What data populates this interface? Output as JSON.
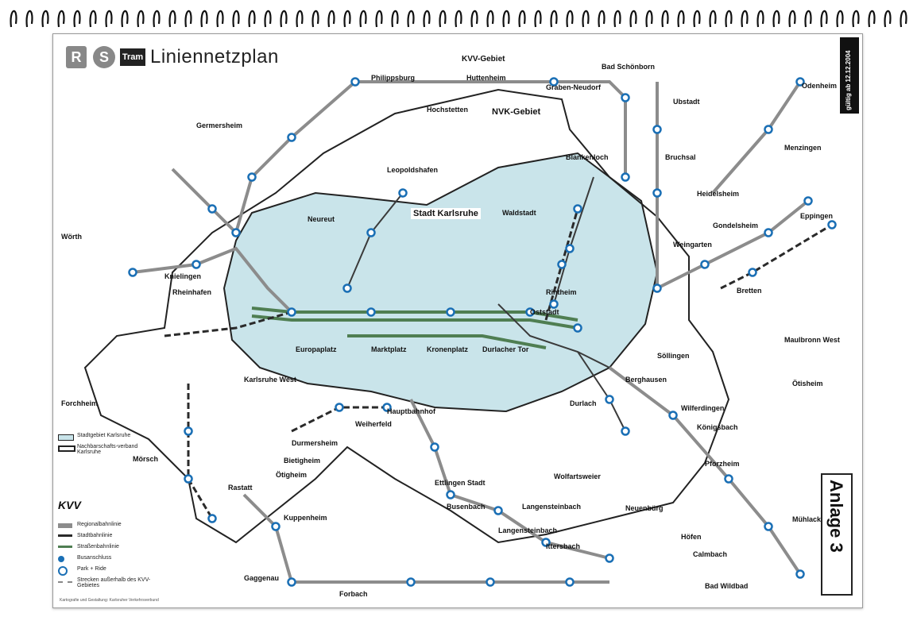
{
  "header": {
    "logo_r": "R",
    "logo_s": "S",
    "logo_tram": "Tram",
    "title": "Liniennetzplan"
  },
  "badges": {
    "valid": "gültig ab 12.12.2004",
    "anlage": "Anlage 3"
  },
  "areas": {
    "kvv": "KVV-Gebiet",
    "nvk": "NVK-Gebiet",
    "stadt": "Stadt Karlsruhe"
  },
  "stations": {
    "philippsburg": "Philippsburg",
    "huttenheim": "Huttenheim",
    "graben_neudorf": "Graben-Neudorf",
    "bruchsal": "Bruchsal",
    "durlach": "Durlach",
    "ettlingen": "Ettlingen Stadt",
    "woerth": "Wörth",
    "rastatt": "Rastatt",
    "pforzheim": "Pforzheim",
    "bad_wildbad": "Bad Wildbad",
    "gaggenau": "Gaggenau",
    "bretten": "Bretten",
    "eppingen": "Eppingen",
    "menzingen": "Menzingen",
    "odenheim": "Odenheim",
    "germersheim": "Germersheim",
    "rheinstetten": "Forchheim",
    "hochstetten": "Hochstetten",
    "leopoldshafen": "Leopoldshafen",
    "wolfartsweier": "Wolfartsweier",
    "marktplatz": "Marktplatz",
    "hbf": "Hauptbahnhof",
    "europaplatz": "Europaplatz",
    "kronenplatz": "Kronenplatz",
    "durlacher_tor": "Durlacher Tor",
    "karlsruhe_west": "Karlsruhe West",
    "knielingen": "Knielingen",
    "neureut": "Neureut",
    "waldstadt": "Waldstadt",
    "rintheim": "Rintheim",
    "oststadt": "Oststadt",
    "weingarten": "Weingarten",
    "soellingen": "Söllingen",
    "berghausen": "Berghausen",
    "pfinztal": "Wilferdingen",
    "koenigsbach": "Königsbach",
    "stutensee": "Blankenloch",
    "weiherfeld": "Weiherfeld",
    "rheinhafen": "Rheinhafen",
    "mörsch": "Mörsch",
    "durmersheim": "Durmersheim",
    "bietigheim": "Bietigheim",
    "oetigheim": "Ötigheim",
    "kuppenheim": "Kuppenheim",
    "langensteinbach": "Langensteinbach",
    "ittersbach": "Ittersbach",
    "busenbach": "Busenbach",
    "neuenbürg": "Neuenbürg",
    "hoefen": "Höfen",
    "calmbach": "Calmbach",
    "heidelsheim": "Heidelsheim",
    "gondelsheim": "Gondelsheim",
    "ubstadt": "Ubstadt",
    "bad_schoenborn": "Bad Schönborn",
    "forbach": "Forbach",
    "maulbronn": "Maulbronn West",
    "oetisheim": "Ötisheim",
    "muehlacker": "Mühlacker"
  },
  "legend": {
    "r1": "Stadtgebiet Karlsruhe",
    "r2": "Nachbarschafts-verband Karlsruhe",
    "r3": "Regionalbahnlinie",
    "r4": "Stadtbahnlinie",
    "r5": "Straßenbahnlinie",
    "r6": "Busanschluss",
    "r7": "Park + Ride",
    "r8": "Strecken außerhalb des KVV-Gebietes"
  },
  "brand": {
    "kvv": "KVV"
  },
  "footer": {
    "note": "Kartografie und Gestaltung: Karlsruher Verkehrsverbund"
  },
  "colors": {
    "karlsruhe_area": "#c9e4ea",
    "line_grey": "#8c8c8c",
    "line_dark": "#2a2a2a",
    "line_green": "#4f7e52",
    "stop_blue": "#1a6fb5",
    "bus_blue": "#2a8fd6"
  }
}
